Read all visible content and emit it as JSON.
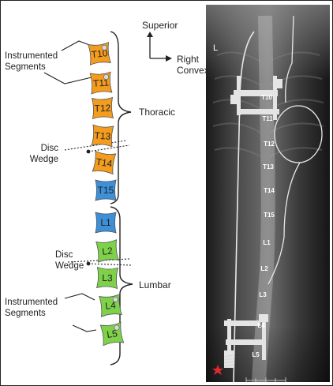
{
  "orientation": {
    "superior": "Superior",
    "right_convex": "Right\nConvex"
  },
  "regions": {
    "thoracic": "Thoracic",
    "lumbar": "Lumbar"
  },
  "callouts": {
    "instrumented_top": "Instrumented\nSegments",
    "disc_wedge_thoracic": "Disc\nWedge",
    "disc_wedge_lumbar": "Disc\nWedge",
    "instrumented_bottom": "Instrumented\nSegments"
  },
  "vertebrae": [
    {
      "label": "T10",
      "color": "#f39c1e",
      "instrumented": true
    },
    {
      "label": "T11",
      "color": "#f39c1e",
      "instrumented": true
    },
    {
      "label": "T12",
      "color": "#f39c1e",
      "instrumented": false
    },
    {
      "label": "T13",
      "color": "#f39c1e",
      "instrumented": false
    },
    {
      "label": "T14",
      "color": "#f39c1e",
      "instrumented": false
    },
    {
      "label": "T15",
      "color": "#3d8fd8",
      "instrumented": false
    },
    {
      "label": "L1",
      "color": "#3d8fd8",
      "instrumented": false
    },
    {
      "label": "L2",
      "color": "#7ed24a",
      "instrumented": false
    },
    {
      "label": "L3",
      "color": "#7ed24a",
      "instrumented": false
    },
    {
      "label": "L4",
      "color": "#7ed24a",
      "instrumented": true
    },
    {
      "label": "L5",
      "color": "#7ed24a",
      "instrumented": true
    }
  ],
  "xray": {
    "side_marker": "L",
    "labels": [
      "T10",
      "T11",
      "T12",
      "T13",
      "T14",
      "T15",
      "L1",
      "L2",
      "L3",
      "L4",
      "L5"
    ],
    "star_color": "#e0282e"
  }
}
